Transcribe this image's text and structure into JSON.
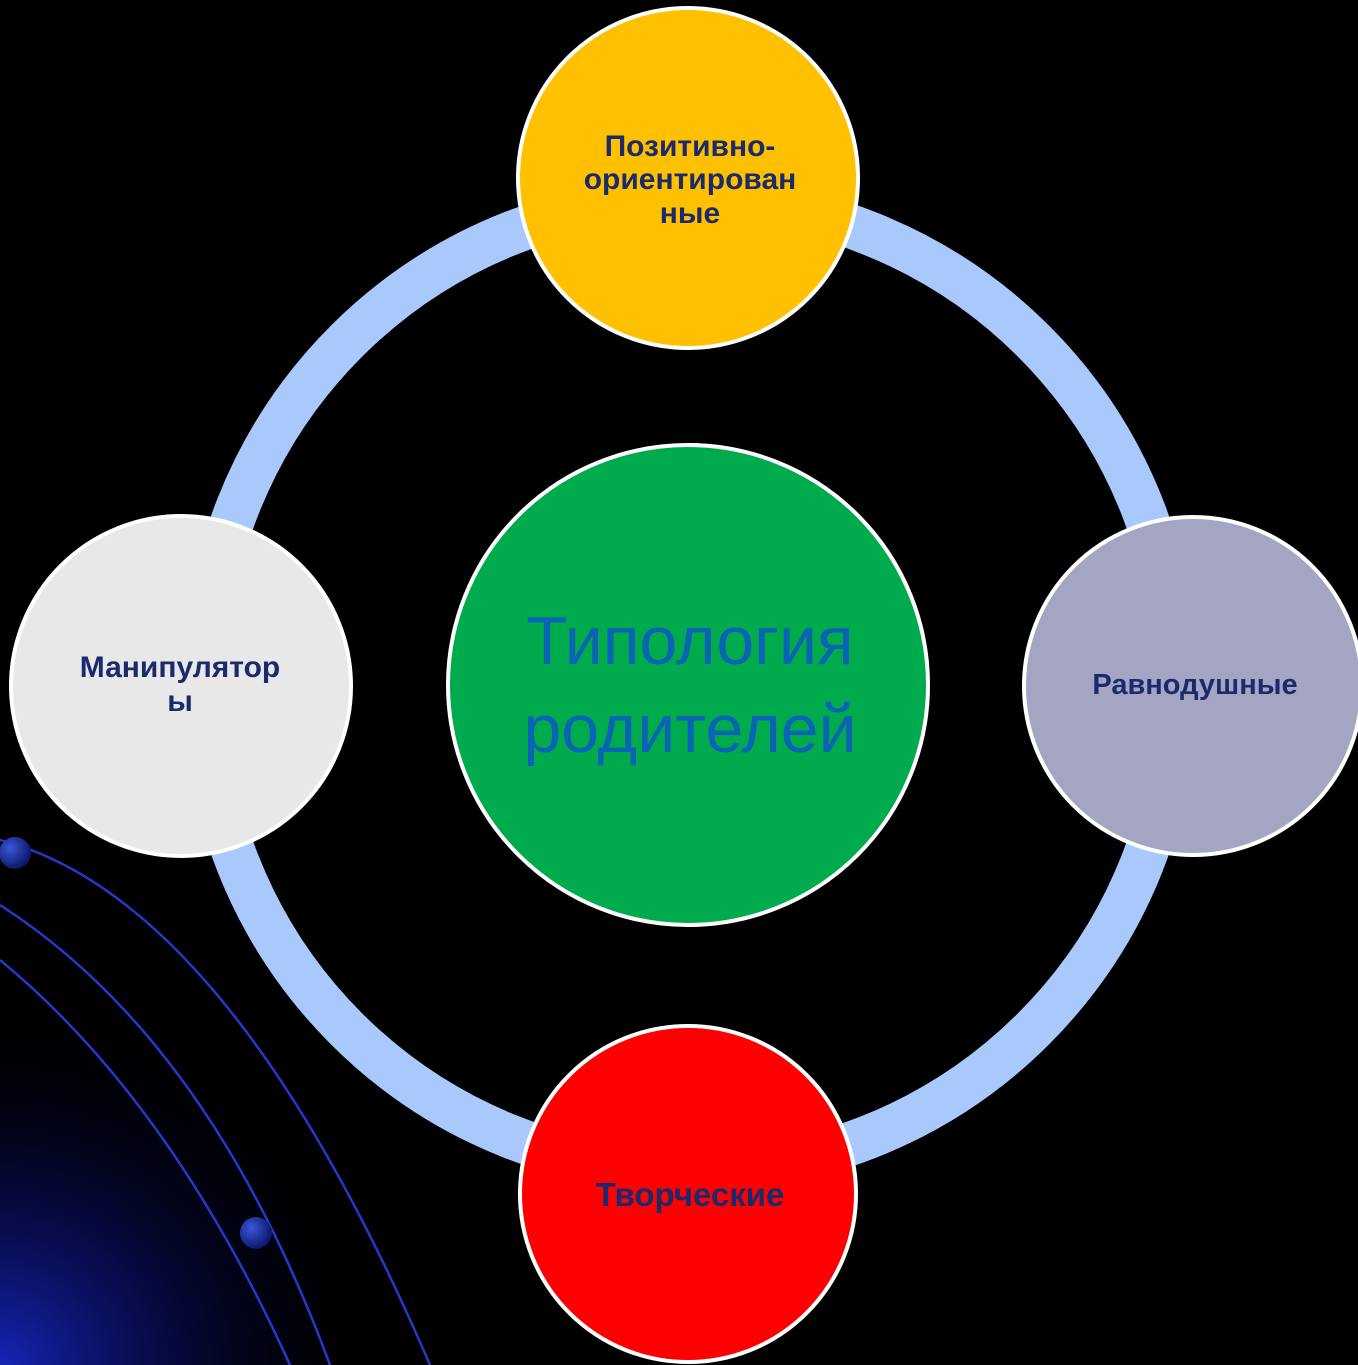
{
  "diagram": {
    "center": {
      "label": "Типология\nродителей",
      "color": "#00ab4e"
    },
    "nodes": [
      {
        "id": "top",
        "label": "Позитивно-\nориентирован\nные",
        "color": "#ffc000"
      },
      {
        "id": "right",
        "label": "Равнодушные",
        "color": "#a4a5c3"
      },
      {
        "id": "bottom",
        "label": "Творческие",
        "color": "#ff0000"
      },
      {
        "id": "left",
        "label": "Манипулятор\nы",
        "color": "#e8e8e8"
      }
    ],
    "ring_color": "#a9c8fb",
    "text_color": "#1a2a6c",
    "center_text_color": "#0a63b5"
  }
}
